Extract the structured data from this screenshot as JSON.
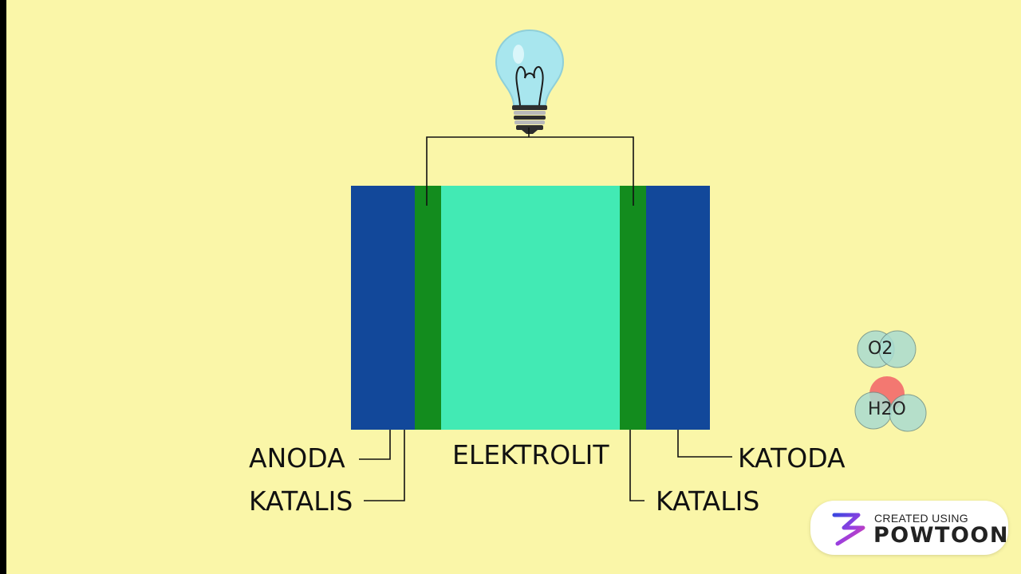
{
  "diagram": {
    "labels": {
      "anoda": "ANODA",
      "katalis_left": "KATALIS",
      "elektrolit": "ELEKTROLIT",
      "katoda": "KATODA",
      "katalis_right": "KATALIS"
    },
    "molecules": {
      "oxygen": "O2",
      "water": "H2O"
    }
  },
  "colors": {
    "background": "#FAF6A8",
    "electrode": "#12489A",
    "catalyst": "#138C1E",
    "electrolyte": "#42EAB4",
    "water_oxygen_atom": "#F26A6A"
  },
  "watermark": {
    "small": "CREATED USING",
    "big": "POWTOON"
  }
}
